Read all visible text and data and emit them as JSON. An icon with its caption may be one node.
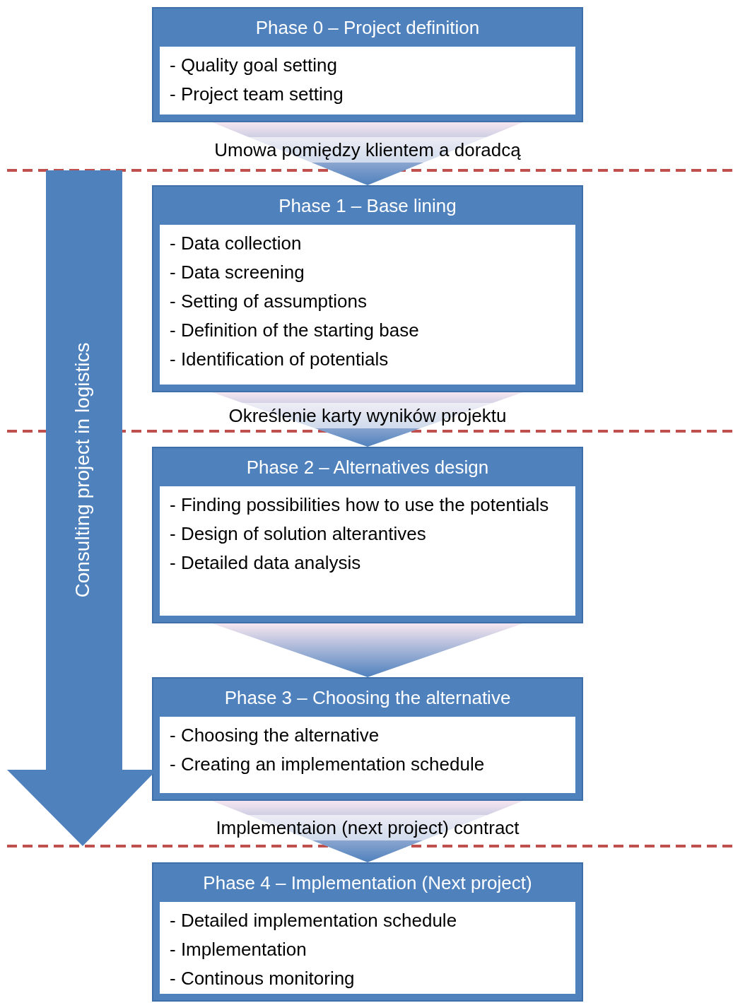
{
  "diagram": {
    "nodes": [
      {
        "text": [
          "Phase 0 – Project definition",
          "- Quality goal setting",
          "- Project team setting"
        ]
      },
      {
        "text": [
          "Phase 1 – Base lining",
          "- Data collection",
          "- Data screening",
          "- Setting of assumptions",
          "- Definition of the starting base",
          "- Identification of potentials"
        ]
      },
      {
        "text": [
          "Phase 2 – Alternatives design",
          "- Finding possibilities how to use the potentials",
          "- Design of solution alterantives",
          "- Detailed data analysis"
        ]
      },
      {
        "text": [
          "Phase 3 – Choosing the alternative",
          "- Choosing the alternative",
          "- Creating an implementation schedule"
        ]
      },
      {
        "text": [
          "Phase 4 – Implementation (Next project)",
          "- Detailed implementation schedule",
          "- Implementation",
          "- Continous monitoring"
        ]
      },
      {
        "text": [
          "Consulting project in logistics"
        ]
      }
    ],
    "edges": [
      {
        "from": 0,
        "to": 1,
        "arrow": "to",
        "label": "Umowa pomiędzy klientem a doradcą"
      },
      {
        "from": 1,
        "to": 2,
        "arrow": "to",
        "label": "Określenie karty wyników projektu"
      },
      {
        "from": 2,
        "to": 3,
        "arrow": "to"
      },
      {
        "from": 3,
        "to": 4,
        "arrow": "to",
        "label": "Implementaion (next project) contract"
      }
    ]
  }
}
